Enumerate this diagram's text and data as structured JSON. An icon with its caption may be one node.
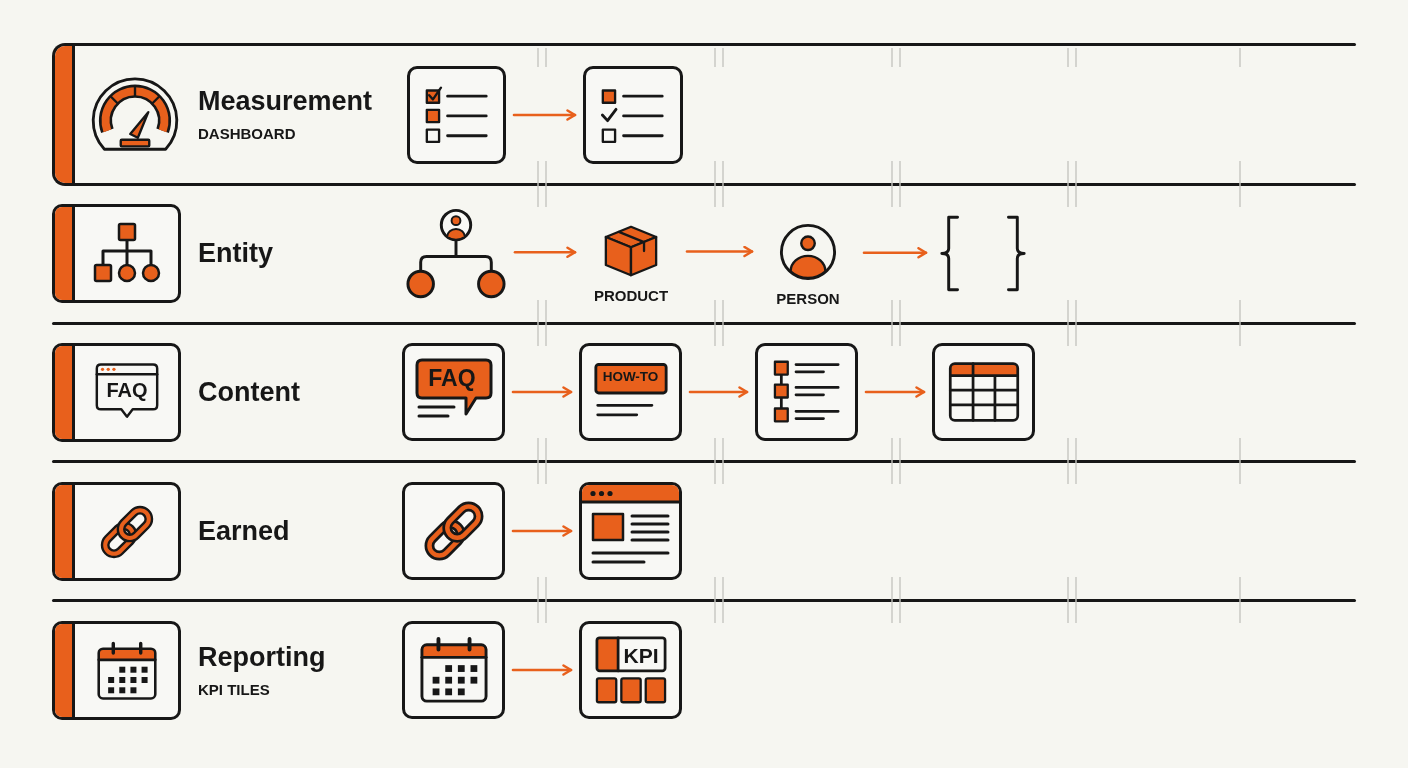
{
  "diagram": {
    "nodes": [
      {
        "text": [
          "Measurement",
          "DASHBOARD"
        ]
      },
      {
        "text": [],
        "shape": "box"
      },
      {
        "text": [],
        "shape": "box"
      },
      {
        "text": [
          "Entity"
        ]
      },
      {
        "text": [],
        "shape": "picture"
      },
      {
        "text": [
          "PRODUCT"
        ]
      },
      {
        "text": [
          "PERSON"
        ]
      },
      {
        "text": [],
        "shape": "picture"
      },
      {
        "text": [
          "FAQ",
          "Content"
        ]
      },
      {
        "text": [
          "FAQ"
        ]
      },
      {
        "text": [
          "HOW-TO"
        ]
      },
      {
        "text": [],
        "shape": "box"
      },
      {
        "text": [],
        "shape": "box"
      },
      {
        "text": [
          "Earned"
        ]
      },
      {
        "text": [],
        "shape": "box"
      },
      {
        "text": [],
        "shape": "box"
      },
      {
        "text": [
          "Reporting",
          "KPI TILES"
        ]
      },
      {
        "text": [],
        "shape": "box"
      },
      {
        "text": [
          "KPI"
        ]
      }
    ],
    "edges": [
      {
        "from": 1,
        "to": 2,
        "arrow": "to"
      },
      {
        "from": 4,
        "to": 5,
        "arrow": "to"
      },
      {
        "from": 5,
        "to": 6,
        "arrow": "to"
      },
      {
        "from": 6,
        "to": 7,
        "arrow": "to"
      },
      {
        "from": 9,
        "to": 10,
        "arrow": "to"
      },
      {
        "from": 10,
        "to": 11,
        "arrow": "to"
      },
      {
        "from": 11,
        "to": 12,
        "arrow": "to"
      },
      {
        "from": 14,
        "to": 15,
        "arrow": "to"
      },
      {
        "from": 17,
        "to": 18,
        "arrow": "to"
      }
    ]
  }
}
